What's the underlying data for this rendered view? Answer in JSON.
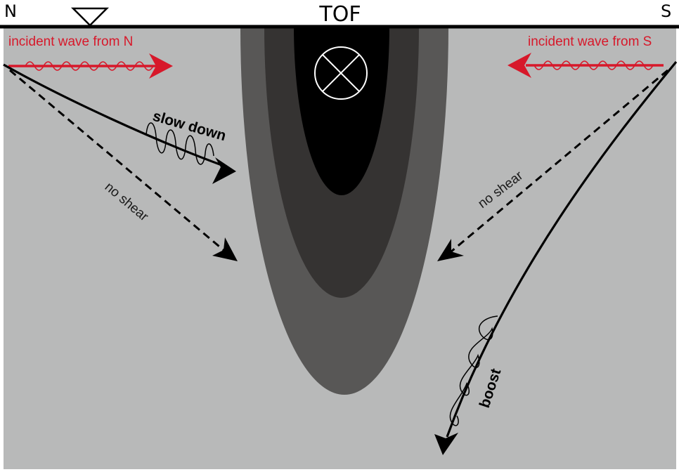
{
  "labels": {
    "north": "N",
    "south": "S",
    "title": "TOF",
    "incident_n": "incident wave from N",
    "incident_s": "incident wave from S",
    "slow_down": "slow down",
    "no_shear_left": "no shear",
    "no_shear_right": "no shear",
    "boost": "boost"
  },
  "colors": {
    "background": "#b8b9b9",
    "outer_jet": "#585756",
    "middle_jet": "#353332",
    "core_jet": "#000000",
    "incident_wave": "#d7182a",
    "ray": "#000000",
    "surface": "#000000"
  },
  "icons": {
    "station": "station-triangle-icon",
    "flow_direction": "into-page-cross-icon"
  }
}
